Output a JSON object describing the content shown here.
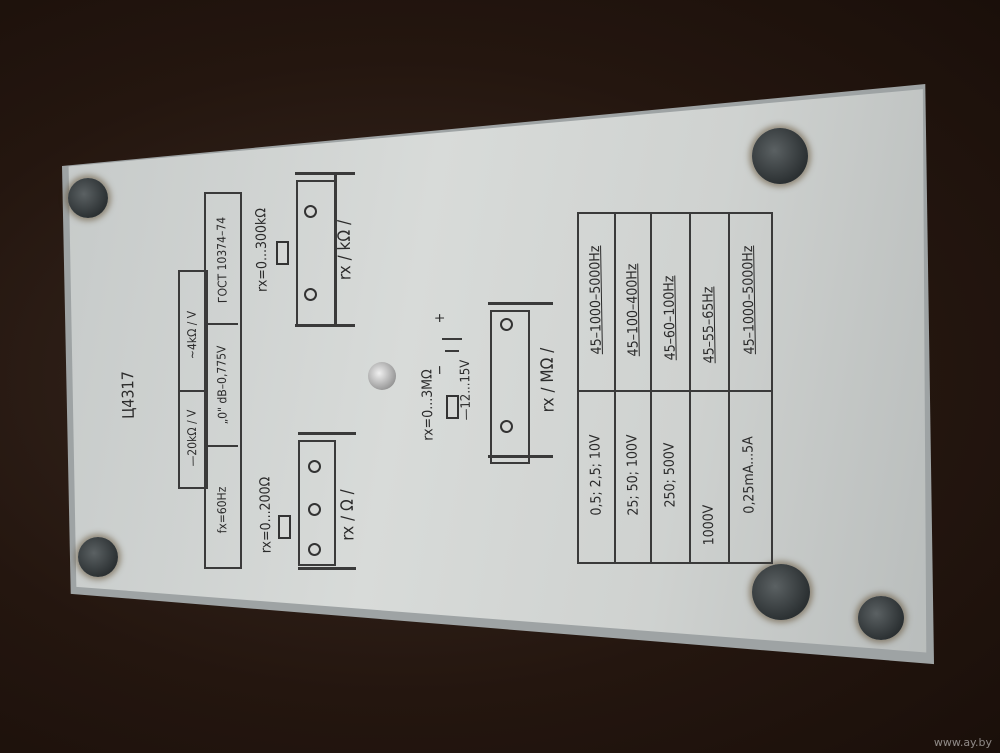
{
  "model": "Ц4317",
  "specs": {
    "dc_sensitivity": "—20kΩ / V",
    "ac_sensitivity": "~4kΩ / V",
    "frequency": "fx=60Hz",
    "db_reference": "„0\" dB–0,775V",
    "standard": "ГОСТ 10374–74"
  },
  "diagrams": {
    "ohm": {
      "range": "rx=0...200Ω",
      "label": "rx / Ω /"
    },
    "kohm": {
      "range": "rx=0...300kΩ",
      "label": "rx / kΩ /"
    },
    "mohm": {
      "range": "rx=0...3MΩ",
      "supply": "—12...15V",
      "label": "rx / MΩ /",
      "plus": "+",
      "minus": "−"
    }
  },
  "table": {
    "rows": [
      {
        "range": "0,5; 2,5; 10V",
        "freq": "45–1000–5000Hz"
      },
      {
        "range": "25; 50; 100V",
        "freq": "45–100–400Hz"
      },
      {
        "range": "250; 500V",
        "freq": "45–60–100Hz"
      },
      {
        "range": "1000V",
        "freq": "45–55–65Hz"
      },
      {
        "range": "0,25mA...5A",
        "freq": "45–1000–5000Hz"
      }
    ]
  },
  "watermark": "www.ay.by"
}
